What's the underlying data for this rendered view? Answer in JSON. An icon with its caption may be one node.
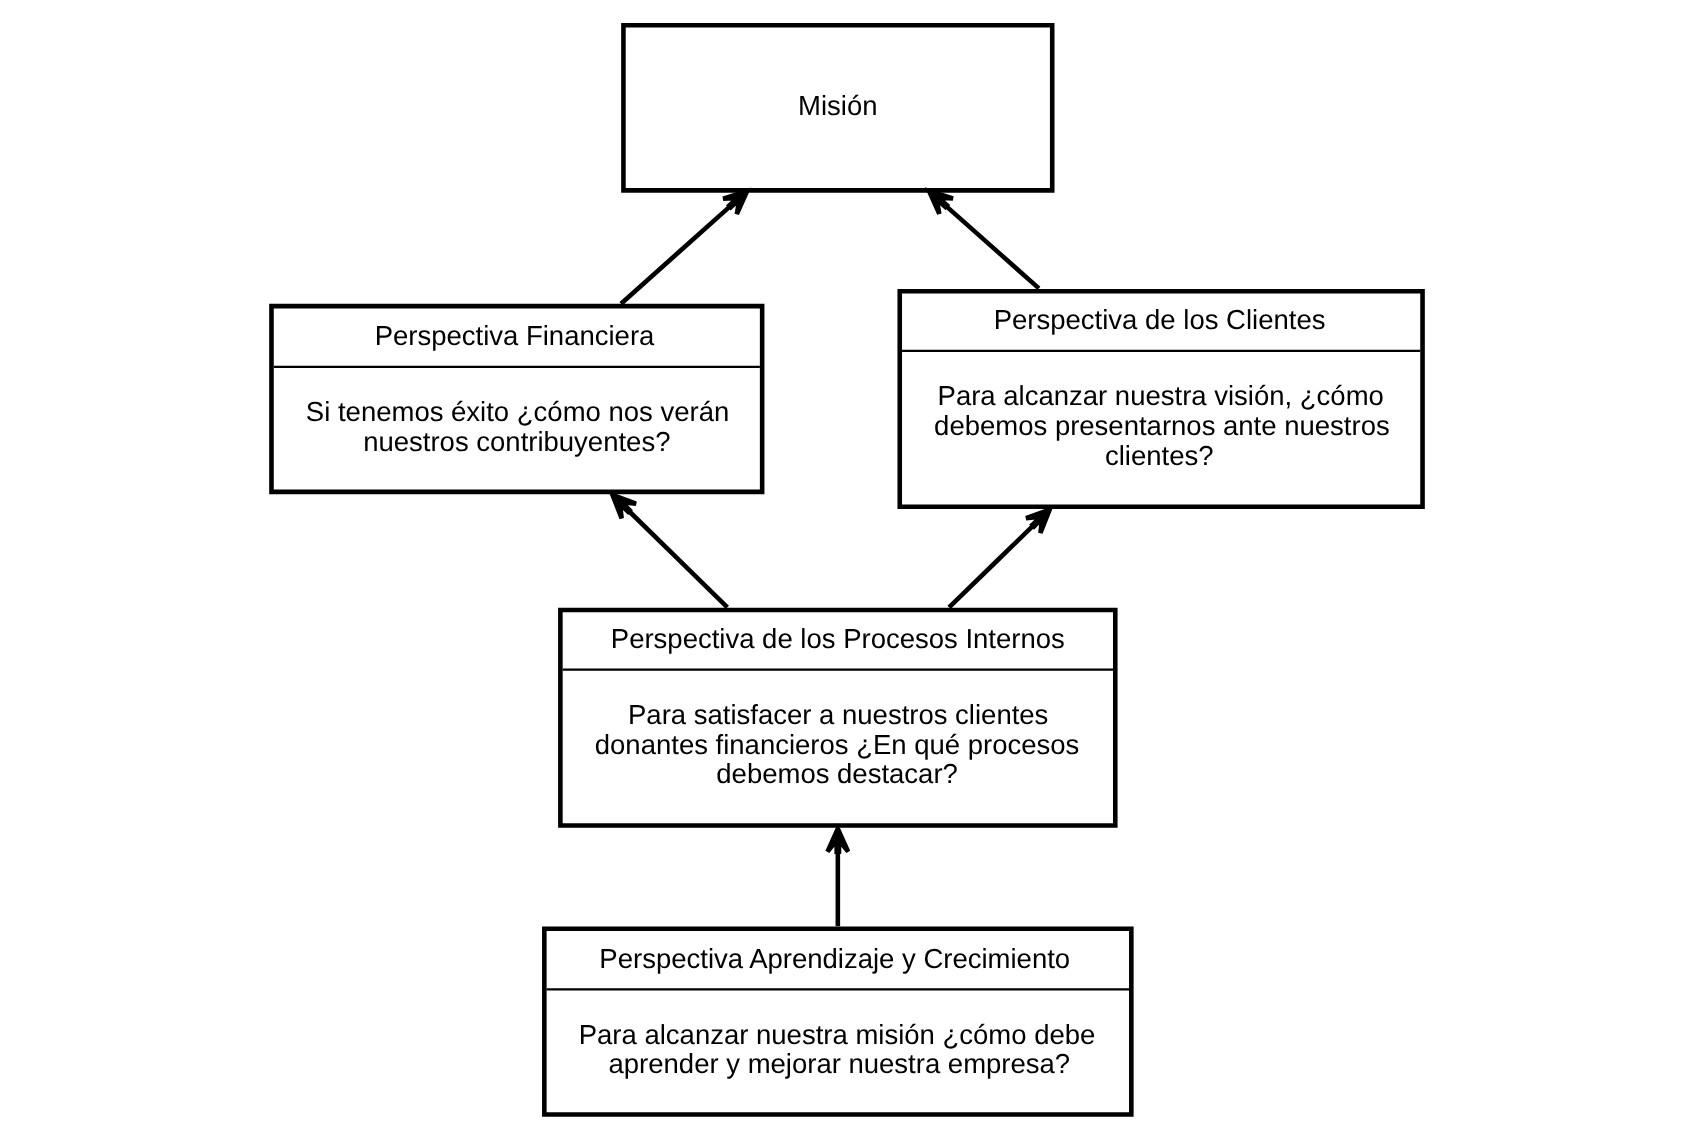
{
  "diagram": {
    "nodes": [
      {
        "text": [
          "Misión"
        ]
      },
      {
        "text": [
          "Perspectiva Financiera",
          "Si tenemos éxito ¿cómo nos verán nuestros contribuyentes?"
        ]
      },
      {
        "text": [
          "Perspectiva de los Clientes",
          "Para alcanzar nuestra visión, ¿cómo debemos presentarnos ante nuestros clientes?"
        ]
      },
      {
        "text": [
          "Perspectiva de los Procesos Internos",
          "Para satisfacer a nuestros clientes donantes financieros ¿En qué procesos debemos destacar?"
        ]
      },
      {
        "text": [
          "Perspectiva Aprendizaje y Crecimiento",
          "Para alcanzar nuestra misión ¿cómo debe aprender y mejorar nuestra empresa?"
        ]
      }
    ],
    "edges": [
      {
        "from": 1,
        "to": 0,
        "arrow": "to"
      },
      {
        "from": 2,
        "to": 0,
        "arrow": "to"
      },
      {
        "from": 3,
        "to": 1,
        "arrow": "to"
      },
      {
        "from": 3,
        "to": 2,
        "arrow": "to"
      },
      {
        "from": 4,
        "to": 3,
        "arrow": "to"
      }
    ]
  }
}
